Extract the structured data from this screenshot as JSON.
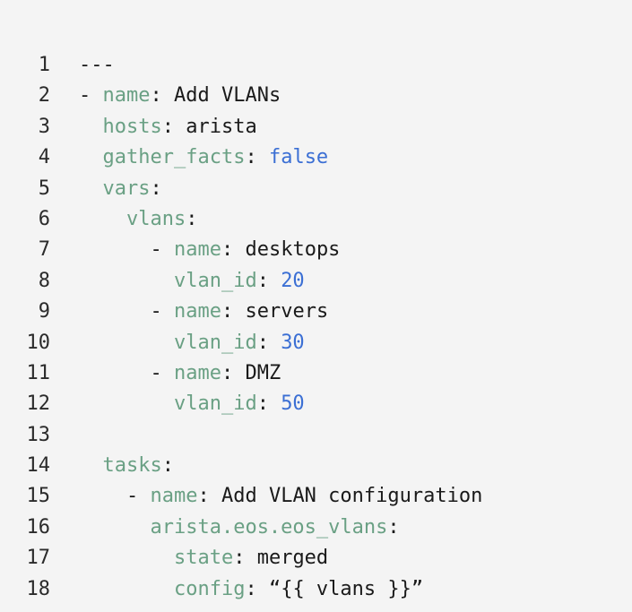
{
  "code_block": {
    "language": "yaml",
    "first_line_number": 1,
    "last_line_number": 18,
    "background_color": "#f4f4f4",
    "colors": {
      "key": "#6aa084",
      "number": "#3b6fd4",
      "boolean": "#3b6fd4",
      "plain_text": "#1a1a1a",
      "line_number": "#2b2b2b",
      "background": "#f4f4f4"
    },
    "lines": [
      {
        "number": "1",
        "indent": "",
        "tokens": [
          {
            "type": "doc",
            "text": "---"
          }
        ]
      },
      {
        "number": "2",
        "indent": "",
        "tokens": [
          {
            "type": "dash",
            "text": "- "
          },
          {
            "type": "key",
            "text": "name"
          },
          {
            "type": "punct",
            "text": ": "
          },
          {
            "type": "plain",
            "text": "Add VLANs"
          }
        ]
      },
      {
        "number": "3",
        "indent": "  ",
        "tokens": [
          {
            "type": "key",
            "text": "hosts"
          },
          {
            "type": "punct",
            "text": ": "
          },
          {
            "type": "plain",
            "text": "arista"
          }
        ]
      },
      {
        "number": "4",
        "indent": "  ",
        "tokens": [
          {
            "type": "key",
            "text": "gather_facts"
          },
          {
            "type": "punct",
            "text": ": "
          },
          {
            "type": "bool",
            "text": "false"
          }
        ]
      },
      {
        "number": "5",
        "indent": "  ",
        "tokens": [
          {
            "type": "key",
            "text": "vars"
          },
          {
            "type": "punct",
            "text": ":"
          }
        ]
      },
      {
        "number": "6",
        "indent": "    ",
        "tokens": [
          {
            "type": "key",
            "text": "vlans"
          },
          {
            "type": "punct",
            "text": ":"
          }
        ]
      },
      {
        "number": "7",
        "indent": "      ",
        "tokens": [
          {
            "type": "dash",
            "text": "- "
          },
          {
            "type": "key",
            "text": "name"
          },
          {
            "type": "punct",
            "text": ": "
          },
          {
            "type": "plain",
            "text": "desktops"
          }
        ]
      },
      {
        "number": "8",
        "indent": "        ",
        "tokens": [
          {
            "type": "key",
            "text": "vlan_id"
          },
          {
            "type": "punct",
            "text": ": "
          },
          {
            "type": "num",
            "text": "20"
          }
        ]
      },
      {
        "number": "9",
        "indent": "      ",
        "tokens": [
          {
            "type": "dash",
            "text": "- "
          },
          {
            "type": "key",
            "text": "name"
          },
          {
            "type": "punct",
            "text": ": "
          },
          {
            "type": "plain",
            "text": "servers"
          }
        ]
      },
      {
        "number": "10",
        "indent": "        ",
        "tokens": [
          {
            "type": "key",
            "text": "vlan_id"
          },
          {
            "type": "punct",
            "text": ": "
          },
          {
            "type": "num",
            "text": "30"
          }
        ]
      },
      {
        "number": "11",
        "indent": "      ",
        "tokens": [
          {
            "type": "dash",
            "text": "- "
          },
          {
            "type": "key",
            "text": "name"
          },
          {
            "type": "punct",
            "text": ": "
          },
          {
            "type": "plain",
            "text": "DMZ"
          }
        ]
      },
      {
        "number": "12",
        "indent": "        ",
        "tokens": [
          {
            "type": "key",
            "text": "vlan_id"
          },
          {
            "type": "punct",
            "text": ": "
          },
          {
            "type": "num",
            "text": "50"
          }
        ]
      },
      {
        "number": "13",
        "indent": "",
        "tokens": []
      },
      {
        "number": "14",
        "indent": "  ",
        "tokens": [
          {
            "type": "key",
            "text": "tasks"
          },
          {
            "type": "punct",
            "text": ":"
          }
        ]
      },
      {
        "number": "15",
        "indent": "    ",
        "tokens": [
          {
            "type": "dash",
            "text": "- "
          },
          {
            "type": "key",
            "text": "name"
          },
          {
            "type": "punct",
            "text": ": "
          },
          {
            "type": "plain",
            "text": "Add VLAN configuration"
          }
        ]
      },
      {
        "number": "16",
        "indent": "      ",
        "tokens": [
          {
            "type": "key",
            "text": "arista.eos.eos_vlans"
          },
          {
            "type": "punct",
            "text": ":"
          }
        ]
      },
      {
        "number": "17",
        "indent": "        ",
        "tokens": [
          {
            "type": "key",
            "text": "state"
          },
          {
            "type": "punct",
            "text": ": "
          },
          {
            "type": "plain",
            "text": "merged"
          }
        ]
      },
      {
        "number": "18",
        "indent": "        ",
        "tokens": [
          {
            "type": "key",
            "text": "config"
          },
          {
            "type": "punct",
            "text": ": "
          },
          {
            "type": "str",
            "text": "“{{ vlans }}”"
          }
        ]
      }
    ],
    "plain_source": "---\n- name: Add VLANs\n  hosts: arista\n  gather_facts: false\n  vars:\n    vlans:\n      - name: desktops\n        vlan_id: 20\n      - name: servers\n        vlan_id: 30\n      - name: DMZ\n        vlan_id: 50\n\n  tasks:\n    - name: Add VLAN configuration\n      arista.eos.eos_vlans:\n        state: merged\n        config: “{{ vlans }}”"
  }
}
